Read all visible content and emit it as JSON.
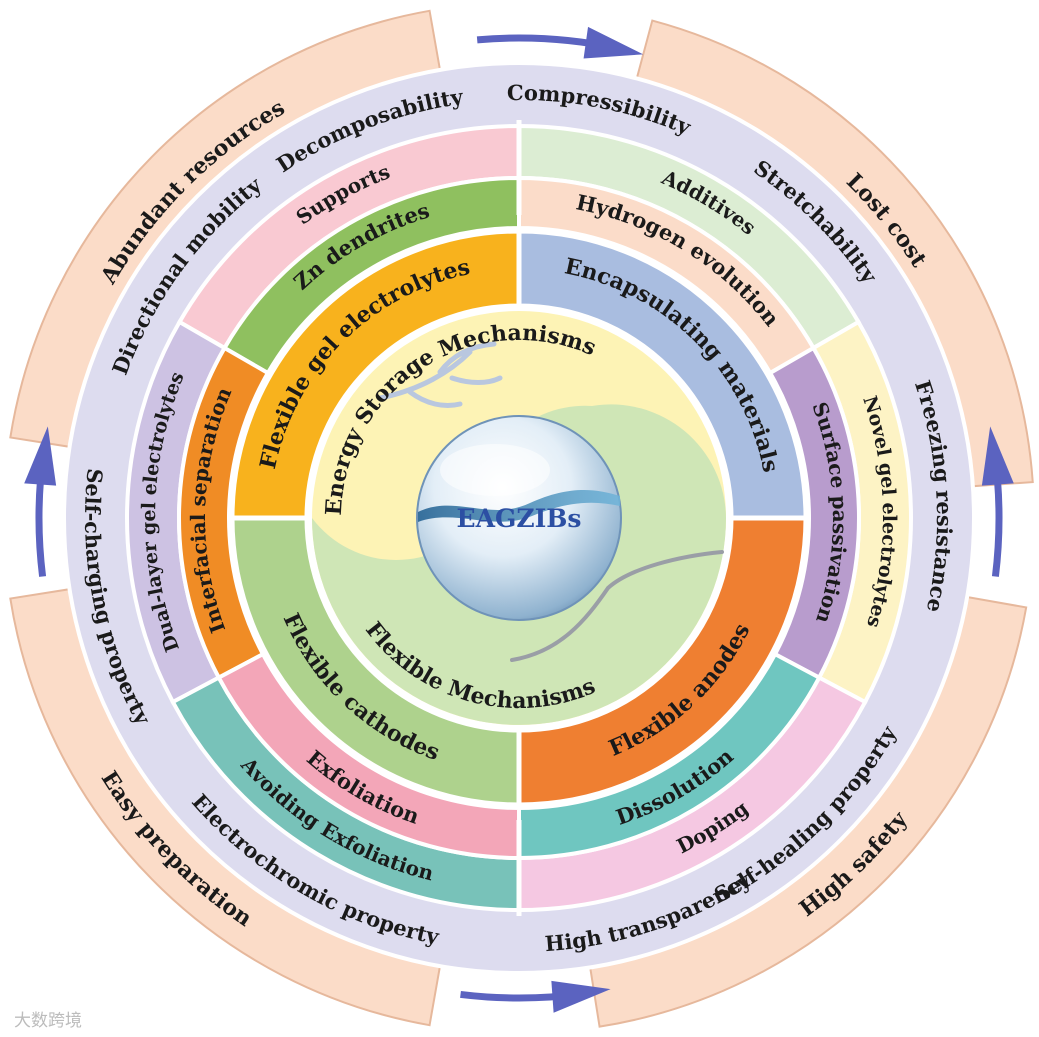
{
  "center": {
    "title": "EAGZIBs",
    "top_mechanism": "Energy Storage Mechanisms",
    "bottom_mechanism": "Flexible Mechanisms"
  },
  "components": [
    {
      "label": "Flexible gel electrolytes",
      "color": "#f8b21d"
    },
    {
      "label": "Encapsulating materials",
      "color": "#a9bde0"
    },
    {
      "label": "Flexible anodes",
      "color": "#ef7f31"
    },
    {
      "label": "Flexible cathodes",
      "color": "#aed28d"
    }
  ],
  "ring_issues": [
    {
      "label": "Zn dendrites",
      "color": "#8fc05f"
    },
    {
      "label": "Interfacial separation",
      "color": "#f08c25"
    },
    {
      "label": "Hydrogen evolution",
      "color": "#fbdcc9"
    },
    {
      "label": "Surface passivation",
      "color": "#b89ccd"
    },
    {
      "label": "Dissolution",
      "color": "#6fc6c0"
    },
    {
      "label": "Exfoliation",
      "color": "#f3a6b8"
    }
  ],
  "ring_strategies": [
    {
      "label": "Supports",
      "color": "#f9c9d2"
    },
    {
      "label": "Dual-layer gel electrolytes",
      "color": "#cdc2e3"
    },
    {
      "label": "Additives",
      "color": "#dcedd3"
    },
    {
      "label": "Novel gel electrolytes",
      "color": "#fdf3c5"
    },
    {
      "label": "Doping",
      "color": "#f5c8e2"
    },
    {
      "label": "Avoiding Exfoliation",
      "color": "#78c2b9"
    }
  ],
  "properties": {
    "ring_color": "#dddcef",
    "items": [
      "Compressibility",
      "Stretchability",
      "Freezing resistance",
      "Self-healing property",
      "High transparency",
      "Electrochromic property",
      "Self-charging property",
      "Directional mobility",
      "Decomposability"
    ]
  },
  "advantages": {
    "color": "#fbdcc8",
    "items": [
      "Lost cost",
      "High safety",
      "Easy preparation",
      "Abundant resources"
    ]
  },
  "arrow_color": "#5b63c0",
  "watermark": "大数跨境"
}
